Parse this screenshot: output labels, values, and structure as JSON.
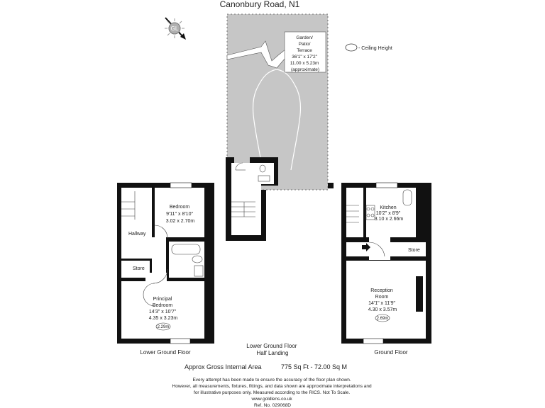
{
  "title": "Canonbury Road, N1",
  "logo": {
    "text": "GL",
    "icon": "compass-north-arrow-icon"
  },
  "legend": {
    "ceiling_height_label": "- Ceiling Height"
  },
  "colors": {
    "garden": "#c6c6c6",
    "walls": "#111111",
    "background": "#ffffff"
  },
  "rooms": {
    "garden": {
      "name1": "Garden/",
      "name2": "Patio/",
      "name3": "Terrace",
      "imperial": "36'1\" x 17'2\"",
      "metric": "11.00 x 5.23m",
      "note": "(approximate)"
    },
    "bedroom": {
      "name": "Bedroom",
      "imperial": "9'11\" x 8'10\"",
      "metric": "3.02 x 2.70m"
    },
    "hallway": {
      "name": "Hallway"
    },
    "store_lower": {
      "name": "Store"
    },
    "principal_bedroom": {
      "name1": "Principal",
      "name2": "Bedroom",
      "imperial": "14'3\" x 10'7\"",
      "metric": "4.35 x 3.23m",
      "ceiling": "2.29m"
    },
    "kitchen": {
      "name": "Kitchen",
      "imperial": "10'2\" x 8'9\"",
      "metric": "3.10 x 2.66m"
    },
    "store_ground": {
      "name": "Store"
    },
    "reception": {
      "name1": "Reception",
      "name2": "Room",
      "imperial": "14'1\" x 11'9\"",
      "metric": "4.30 x 3.57m",
      "ceiling": "2.69m"
    }
  },
  "floors": {
    "lower_ground": "Lower Ground Floor",
    "half_landing_1": "Lower Ground Floor",
    "half_landing_2": "Half Landing",
    "ground": "Ground Floor"
  },
  "area": {
    "label": "Approx Gross Internal Area",
    "value": "775 Sq Ft  - 72.00 Sq M"
  },
  "disclaimer": {
    "line1": "Every attempt has been made to ensure the accuracy of the floor plan shown.",
    "line2": "However, all measurements, fixtures, fittings, and data shown are approximate interpretations and",
    "line3": "for illustrative purposes only. Measured according to the RICS. Not To Scale.",
    "website": "www.goldlens.co.uk",
    "ref": "Ref. No. 029068D"
  }
}
